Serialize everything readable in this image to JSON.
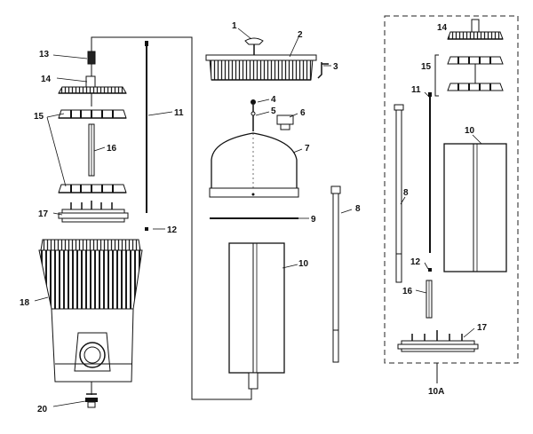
{
  "diagram": {
    "callouts": {
      "p1": "1",
      "p2": "2",
      "p3": "3",
      "p4": "4",
      "p5": "5",
      "p6": "6",
      "p7": "7",
      "p8a": "8",
      "p8b": "8",
      "p9": "9",
      "p10a": "10",
      "p10b": "10",
      "p11a": "11",
      "p11b": "11",
      "p12a": "12",
      "p12b": "12",
      "p13": "13",
      "p14a": "14",
      "p14b": "14",
      "p15a": "15",
      "p15b": "15",
      "p16a": "16",
      "p16b": "16",
      "p17a": "17",
      "p17b": "17",
      "p18": "18",
      "p20": "20"
    },
    "assembly_label": "10A"
  }
}
